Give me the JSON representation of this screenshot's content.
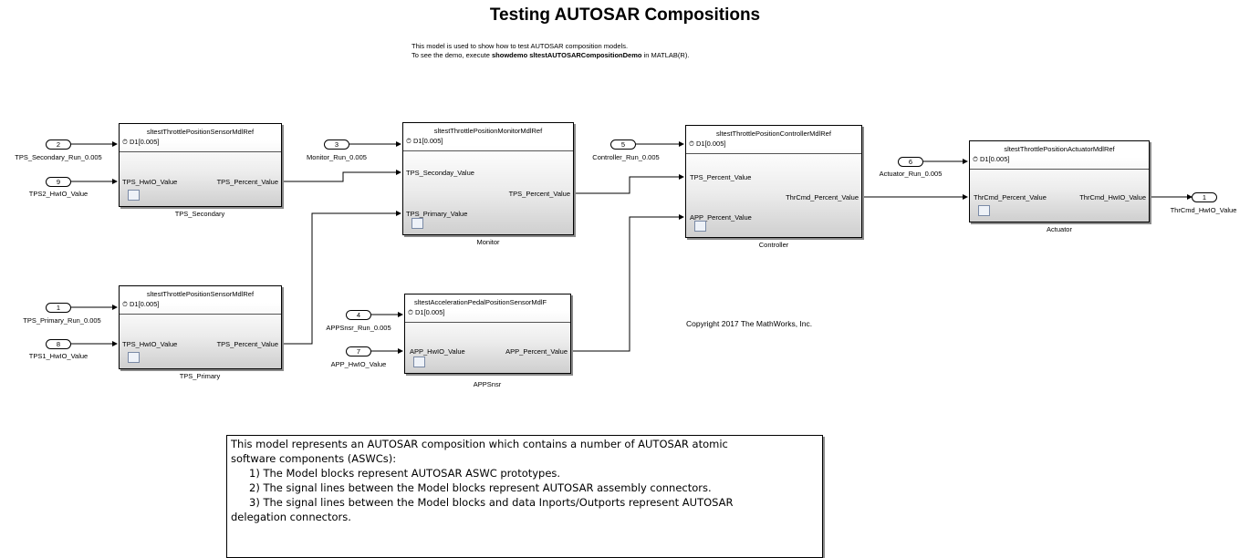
{
  "title": "Testing AUTOSAR Compositions",
  "subtitle": {
    "line1": "This model is used to show how to test  AUTOSAR composition models.",
    "line2_prefix": "To see the demo, execute ",
    "line2_command": "showdemo sltestAUTOSARCompositionDemo",
    "line2_suffix": " in MATLAB(R)."
  },
  "blocks": {
    "tps_secondary": {
      "ref": "sltestThrottlePositionSensorMdlRef",
      "rate": "D1[0.005]",
      "in": "TPS_HwIO_Value",
      "out": "TPS_Percent_Value",
      "name": "TPS_Secondary"
    },
    "tps_primary": {
      "ref": "sltestThrottlePositionSensorMdlRef",
      "rate": "D1[0.005]",
      "in": "TPS_HwIO_Value",
      "out": "TPS_Percent_Value",
      "name": "TPS_Primary"
    },
    "monitor": {
      "ref": "sltestThrottlePositionMonitorMdlRef",
      "rate": "D1[0.005]",
      "in1": "TPS_Seconday_Value",
      "in2": "TPS_Primary_Value",
      "out": "TPS_Percent_Value",
      "name": "Monitor"
    },
    "appsnsr": {
      "ref": "sltestAccelerationPedalPositionSensorMdlF",
      "rate": "D1[0.005]",
      "in": "APP_HwIO_Value",
      "out": "APP_Percent_Value",
      "name": "APPSnsr"
    },
    "controller": {
      "ref": "sltestThrottlePositionControllerMdlRef",
      "rate": "D1[0.005]",
      "in1": "TPS_Percent_Value",
      "in2": "APP_Percent_Value",
      "out": "ThrCmd_Percent_Value",
      "name": "Controller"
    },
    "actuator": {
      "ref": "sltestThrottlePositionActuatorMdlRef",
      "rate": "D1[0.005]",
      "in": "ThrCmd_Percent_Value",
      "out": "ThrCmd_HwIO_Value",
      "name": "Actuator"
    }
  },
  "ports": {
    "p2": {
      "num": "2",
      "label": "TPS_Secondary_Run_0.005"
    },
    "p9": {
      "num": "9",
      "label": "TPS2_HwIO_Value"
    },
    "p1": {
      "num": "1",
      "label": "TPS_Primary_Run_0.005"
    },
    "p8": {
      "num": "8",
      "label": "TPS1_HwIO_Value"
    },
    "p3": {
      "num": "3",
      "label": "Monitor_Run_0.005"
    },
    "p4": {
      "num": "4",
      "label": "APPSnsr_Run_0.005"
    },
    "p7": {
      "num": "7",
      "label": "APP_HwIO_Value"
    },
    "p5": {
      "num": "5",
      "label": "Controller_Run_0.005"
    },
    "p6": {
      "num": "6",
      "label": "Actuator_Run_0.005"
    },
    "out1": {
      "num": "1",
      "label": "ThrCmd_HwIO_Value"
    }
  },
  "copyright": "Copyright 2017 The MathWorks, Inc.",
  "annotation": {
    "line1": "This model represents an AUTOSAR composition which contains a number of AUTOSAR atomic",
    "line2": "software components (ASWCs):",
    "item1": "1) The Model blocks represent AUTOSAR ASWC prototypes.",
    "item2": "2) The signal lines between the Model blocks represent AUTOSAR assembly connectors.",
    "item3a": "3) The signal lines between the Model blocks and data Inports/Outports represent AUTOSAR",
    "item3b": "delegation connectors."
  }
}
